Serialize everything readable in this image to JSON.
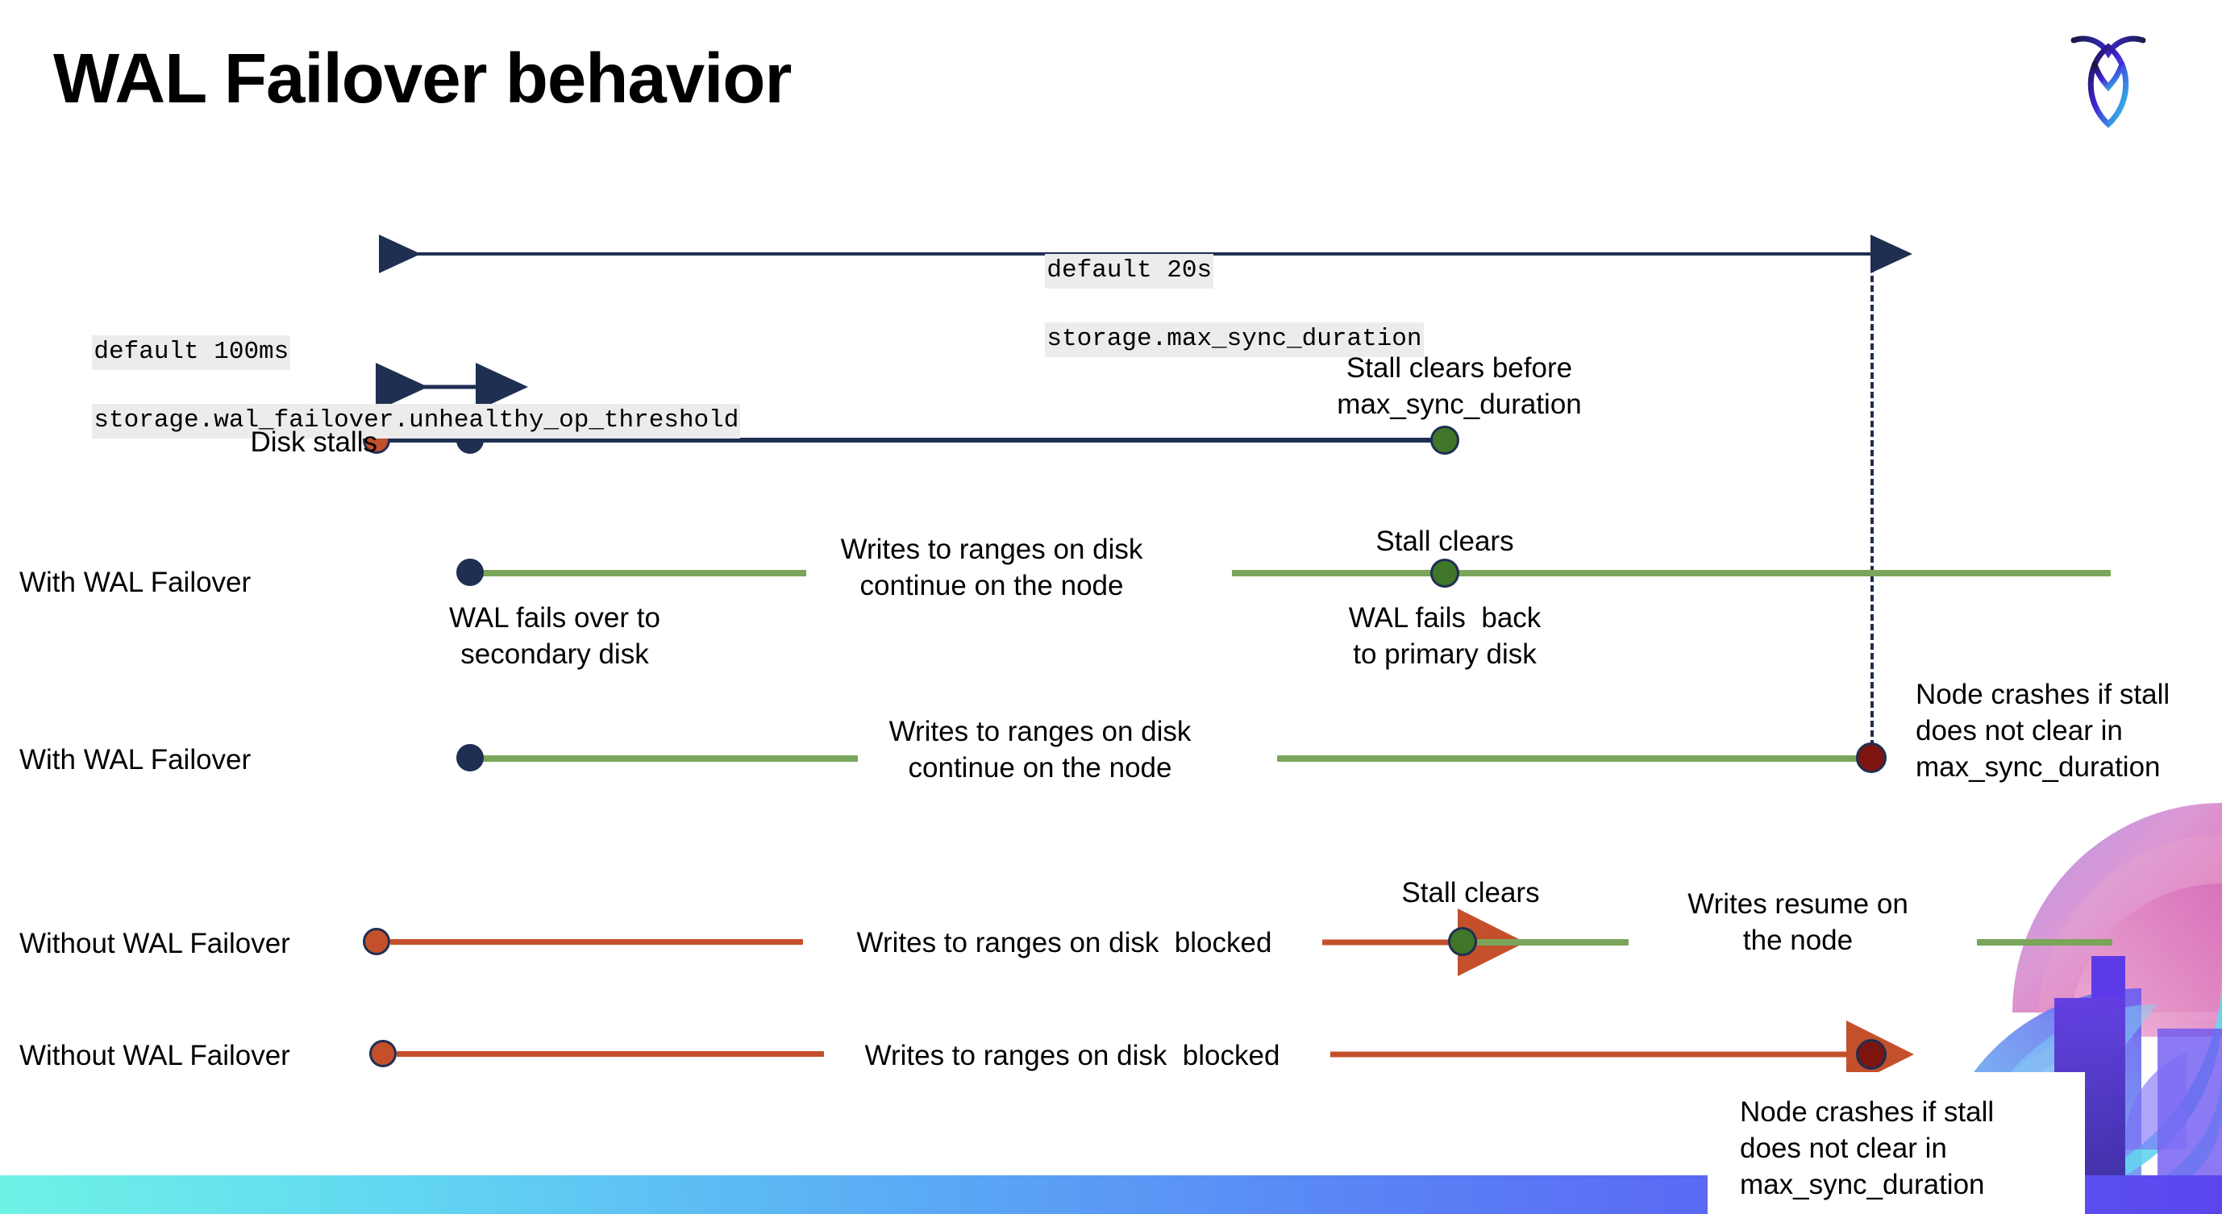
{
  "slide": {
    "title": "WAL Failover behavior",
    "logo_name": "cockroachdb-logo"
  },
  "annotations": {
    "max_sync": {
      "line1": "default 20s",
      "line2": "storage.max_sync_duration"
    },
    "unhealthy": {
      "line1": "default 100ms",
      "line2": "storage.wal_failover.unhealthy_op_threshold"
    }
  },
  "rows": [
    {
      "id": "disk-stalls",
      "label": "Disk stalls",
      "notes": [
        {
          "id": "stall-clears-before",
          "text": "Stall clears before\nmax_sync_duration"
        }
      ]
    },
    {
      "id": "with-wal-failover-1",
      "label": "With WAL Failover",
      "notes": [
        {
          "id": "writes-continue-1",
          "text": "Writes to ranges on disk\ncontinue on the node"
        },
        {
          "id": "wal-fails-over",
          "text": "WAL fails over to\nsecondary disk"
        },
        {
          "id": "stall-clears-1",
          "text": "Stall clears"
        },
        {
          "id": "wal-fails-back",
          "text": "WAL fails  back\nto primary disk"
        }
      ]
    },
    {
      "id": "with-wal-failover-2",
      "label": "With WAL Failover",
      "notes": [
        {
          "id": "writes-continue-2",
          "text": "Writes to ranges on disk\ncontinue on the node"
        },
        {
          "id": "node-crashes-1",
          "text": "Node crashes if stall\ndoes not clear in\nmax_sync_duration"
        }
      ]
    },
    {
      "id": "without-wal-failover-1",
      "label": "Without WAL Failover",
      "notes": [
        {
          "id": "writes-blocked-1",
          "text": "Writes to ranges on disk  blocked"
        },
        {
          "id": "stall-clears-2",
          "text": "Stall clears"
        },
        {
          "id": "writes-resume",
          "text": "Writes resume on\nthe node"
        }
      ]
    },
    {
      "id": "without-wal-failover-2",
      "label": "Without WAL Failover",
      "notes": [
        {
          "id": "writes-blocked-2",
          "text": "Writes to ranges on disk  blocked"
        },
        {
          "id": "node-crashes-2",
          "text": "Node crashes if stall\ndoes not clear in\nmax_sync_duration"
        }
      ]
    }
  ],
  "colors": {
    "navy": "#1f2f52",
    "green_line": "#7aa55a",
    "red_line": "#c4502b",
    "dot_red": "#c4502b",
    "dot_navy": "#1f2f52",
    "dot_green": "#3f7628",
    "dot_dark_red": "#7d1410",
    "code_bg": "#ececec"
  }
}
